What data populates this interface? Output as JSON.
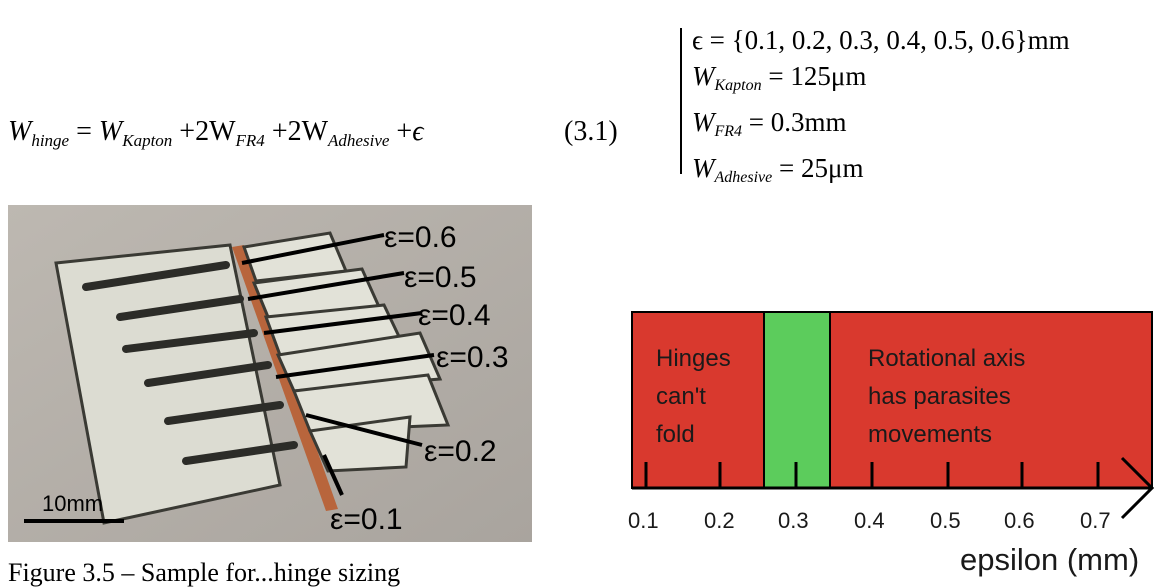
{
  "equation": {
    "lhs": "W",
    "lhs_sub": "hinge",
    "t1": "W",
    "t1_sub": "Kapton",
    "t2_coef": "2W",
    "t2_sub": "FR4",
    "t3_coef": "2W",
    "t3_sub": "Adhesive",
    "eps": "ϵ",
    "number": "(3.1)"
  },
  "params": {
    "epsilon_set": "ϵ = {0.1, 0.2, 0.3, 0.4, 0.5, 0.6}mm",
    "kapton_sym": "W",
    "kapton_sub": "Kapton",
    "kapton_val": "= 125μm",
    "fr4_sym": "W",
    "fr4_sub": "FR4",
    "fr4_val": "= 0.3mm",
    "adh_sym": "W",
    "adh_sub": "Adhesive",
    "adh_val": "= 25μm"
  },
  "photo": {
    "labels": [
      "ε=0.6",
      "ε=0.5",
      "ε=0.4",
      "ε=0.3",
      "ε=0.2",
      "ε=0.1"
    ],
    "scale_bar": "10mm"
  },
  "diagram": {
    "regions": [
      {
        "lines": [
          "Hinges",
          "can't",
          "fold"
        ],
        "color": "#d9392e"
      },
      {
        "lines": [],
        "color": "#5ccc5c"
      },
      {
        "lines": [
          "Rotational axis",
          "has parasites",
          "movements"
        ],
        "color": "#d9392e"
      }
    ],
    "ticks": [
      "0.1",
      "0.2",
      "0.3",
      "0.4",
      "0.5",
      "0.6",
      "0.7"
    ],
    "axis_label": "epsilon (mm)"
  },
  "caption": "Figure 3.5 – Sample for...hinge sizing"
}
